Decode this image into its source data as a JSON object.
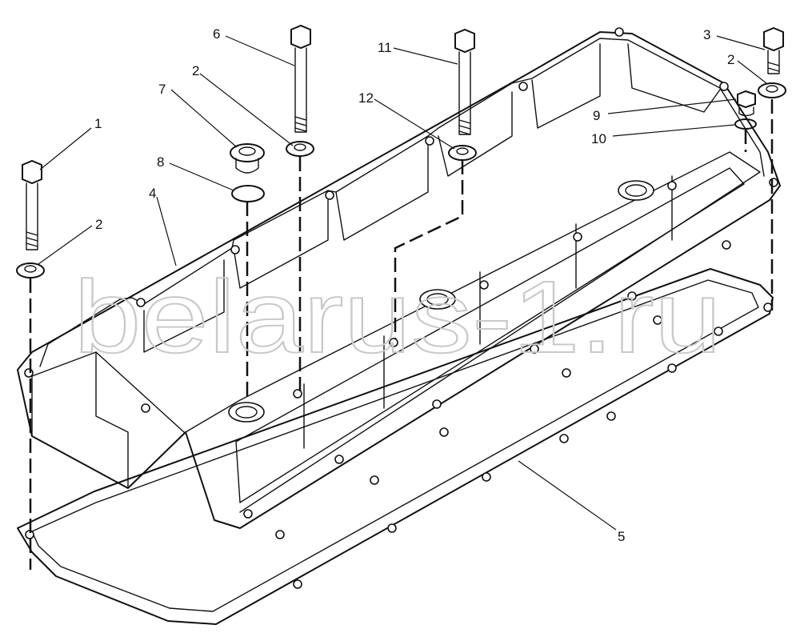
{
  "watermark": "belarus-1.ru",
  "callouts": [
    {
      "id": "c1",
      "text": "1"
    },
    {
      "id": "c2a",
      "text": "2"
    },
    {
      "id": "c2b",
      "text": "2"
    },
    {
      "id": "c2c",
      "text": "2"
    },
    {
      "id": "c3",
      "text": "3"
    },
    {
      "id": "c4",
      "text": "4"
    },
    {
      "id": "c5",
      "text": "5"
    },
    {
      "id": "c6",
      "text": "6"
    },
    {
      "id": "c7",
      "text": "7"
    },
    {
      "id": "c8",
      "text": "8"
    },
    {
      "id": "c9",
      "text": "9"
    },
    {
      "id": "c10",
      "text": "10"
    },
    {
      "id": "c11",
      "text": "11"
    },
    {
      "id": "c12",
      "text": "12"
    }
  ]
}
